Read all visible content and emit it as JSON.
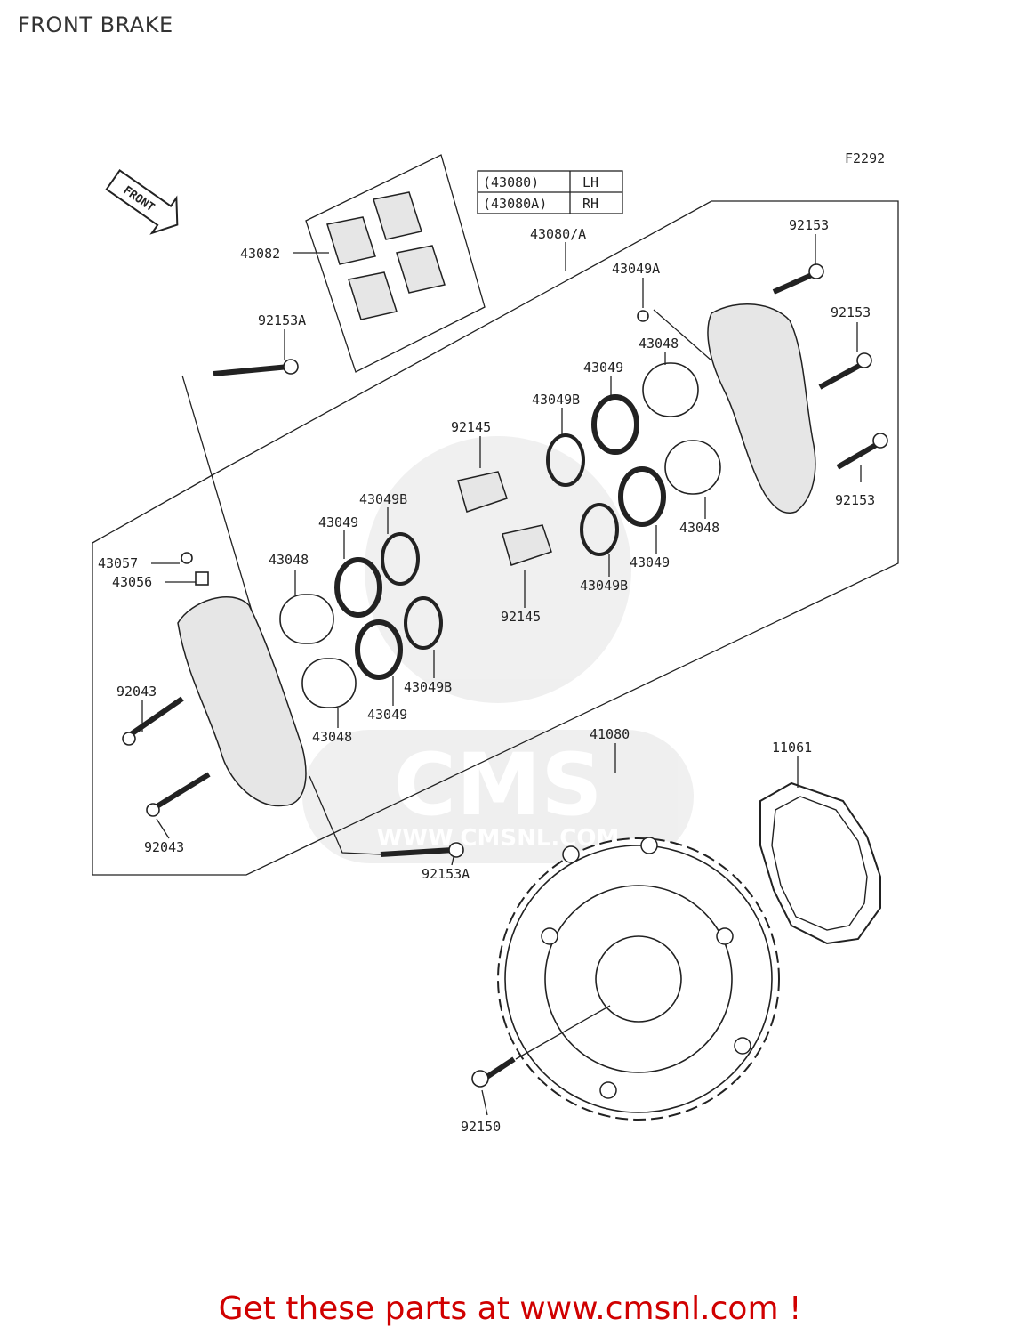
{
  "title": "FRONT BRAKE",
  "figure_code": "F2292",
  "front_tag": "FRONT",
  "variant_table": [
    {
      "part": "(43080)",
      "side": "LH"
    },
    {
      "part": "(43080A)",
      "side": "RH"
    }
  ],
  "watermark": {
    "brand": "CMS",
    "url": "WWW.CMSNL.COM"
  },
  "labels": [
    {
      "id": "l-43082",
      "text": "43082"
    },
    {
      "id": "l-43080A",
      "text": "43080/A"
    },
    {
      "id": "l-92153-a",
      "text": "92153"
    },
    {
      "id": "l-43049A",
      "text": "43049A"
    },
    {
      "id": "l-92153-b",
      "text": "92153"
    },
    {
      "id": "l-92153A-top",
      "text": "92153A"
    },
    {
      "id": "l-43048-a",
      "text": "43048"
    },
    {
      "id": "l-43049-a",
      "text": "43049"
    },
    {
      "id": "l-43049B-a",
      "text": "43049B"
    },
    {
      "id": "l-92145-a",
      "text": "92145"
    },
    {
      "id": "l-92153-c",
      "text": "92153"
    },
    {
      "id": "l-43048-b",
      "text": "43048"
    },
    {
      "id": "l-43049B-b",
      "text": "43049B"
    },
    {
      "id": "l-43049-b",
      "text": "43049"
    },
    {
      "id": "l-43049-c",
      "text": "43049"
    },
    {
      "id": "l-43049B-c",
      "text": "43049B"
    },
    {
      "id": "l-43057",
      "text": "43057"
    },
    {
      "id": "l-43048-c",
      "text": "43048"
    },
    {
      "id": "l-43056",
      "text": "43056"
    },
    {
      "id": "l-92145-b",
      "text": "92145"
    },
    {
      "id": "l-92043-a",
      "text": "92043"
    },
    {
      "id": "l-43049B-d",
      "text": "43049B"
    },
    {
      "id": "l-43049-d",
      "text": "43049"
    },
    {
      "id": "l-43048-d",
      "text": "43048"
    },
    {
      "id": "l-41080",
      "text": "41080"
    },
    {
      "id": "l-11061",
      "text": "11061"
    },
    {
      "id": "l-92043-b",
      "text": "92043"
    },
    {
      "id": "l-92153A-bot",
      "text": "92153A"
    },
    {
      "id": "l-92150",
      "text": "92150"
    }
  ],
  "promo_text": "Get these parts at www.cmsnl.com !"
}
